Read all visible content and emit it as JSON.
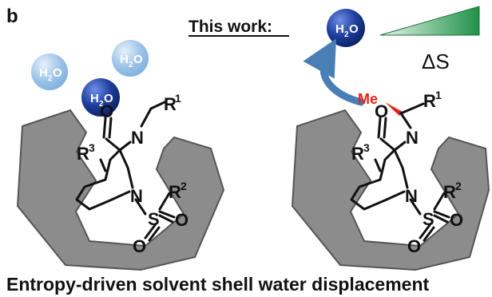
{
  "panel_label": "b",
  "heading": "This work:",
  "entropy_symbol": "ΔS",
  "caption": "Entropy-driven solvent shell water displacement",
  "water": {
    "main": "H",
    "sub": "2",
    "tail": "O"
  },
  "methyl_label": "Me",
  "atoms": {
    "O": "O",
    "N": "N",
    "S": "S",
    "R": "R",
    "r1": "1",
    "r2": "2",
    "r3": "3"
  },
  "colors": {
    "pocket": "#8c8c8c",
    "water_dark": "#1e3f9e",
    "water_light": "#9cc3e8",
    "methyl": "#e32219",
    "arrow": "#4a7fb5",
    "wedge": "#2e9a52"
  }
}
